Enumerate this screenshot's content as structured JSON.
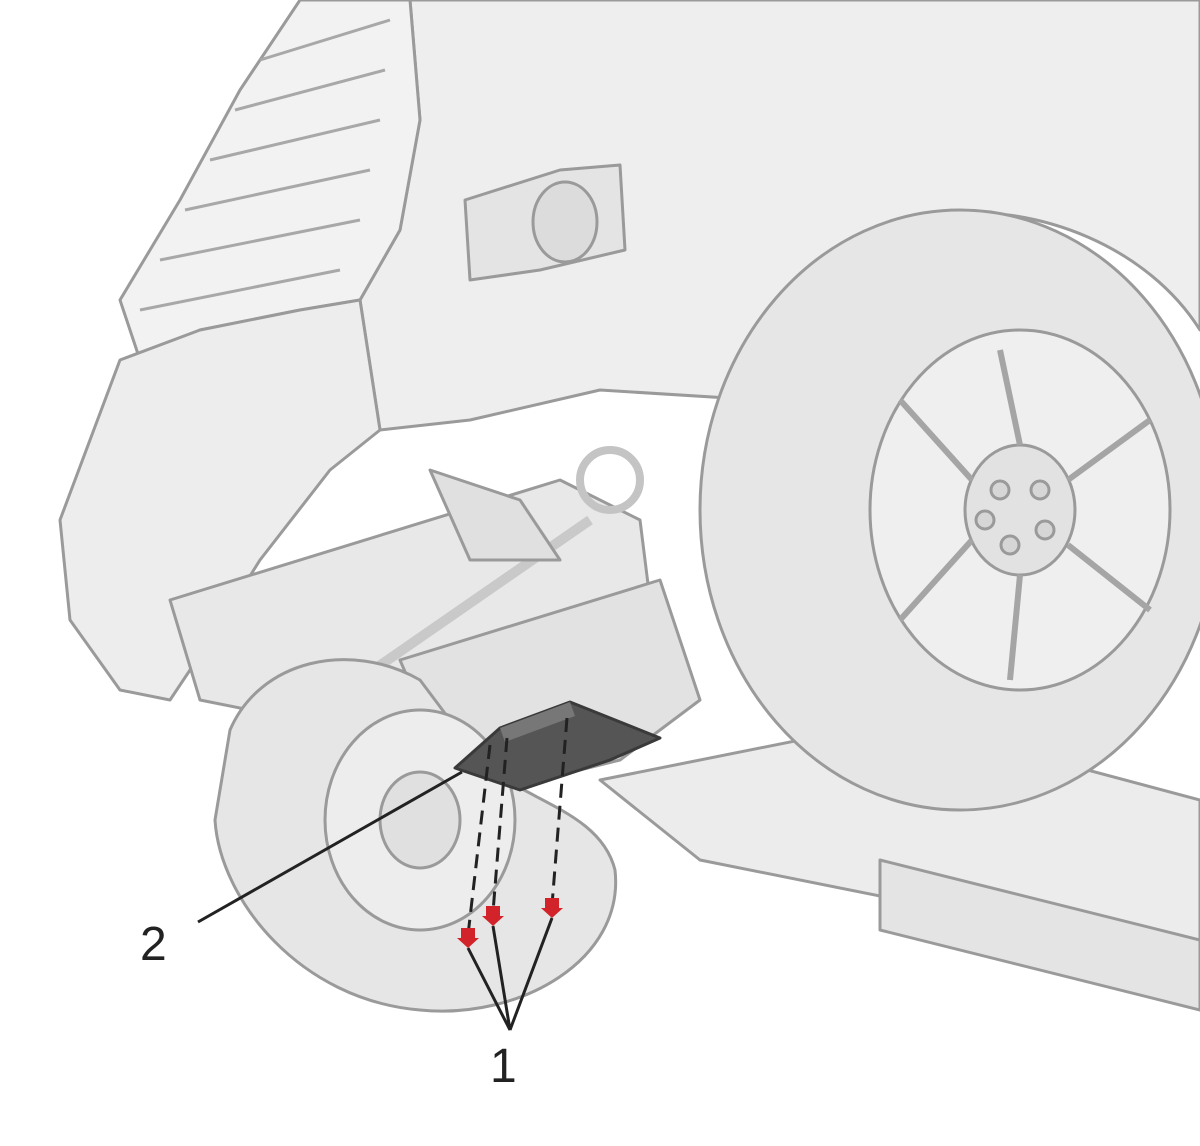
{
  "callouts": [
    {
      "id": "1",
      "label": "1"
    },
    {
      "id": "2",
      "label": "2"
    }
  ],
  "colors": {
    "background": "#ffffff",
    "line_art": "#9a9a9a",
    "body_fill": "#eeeeee",
    "tire_fill": "#e6e6e6",
    "highlight_part": "#555555",
    "fastener": "#d2232a",
    "leader": "#222222"
  },
  "icons": {
    "fastener": "red-bolt-marker"
  }
}
